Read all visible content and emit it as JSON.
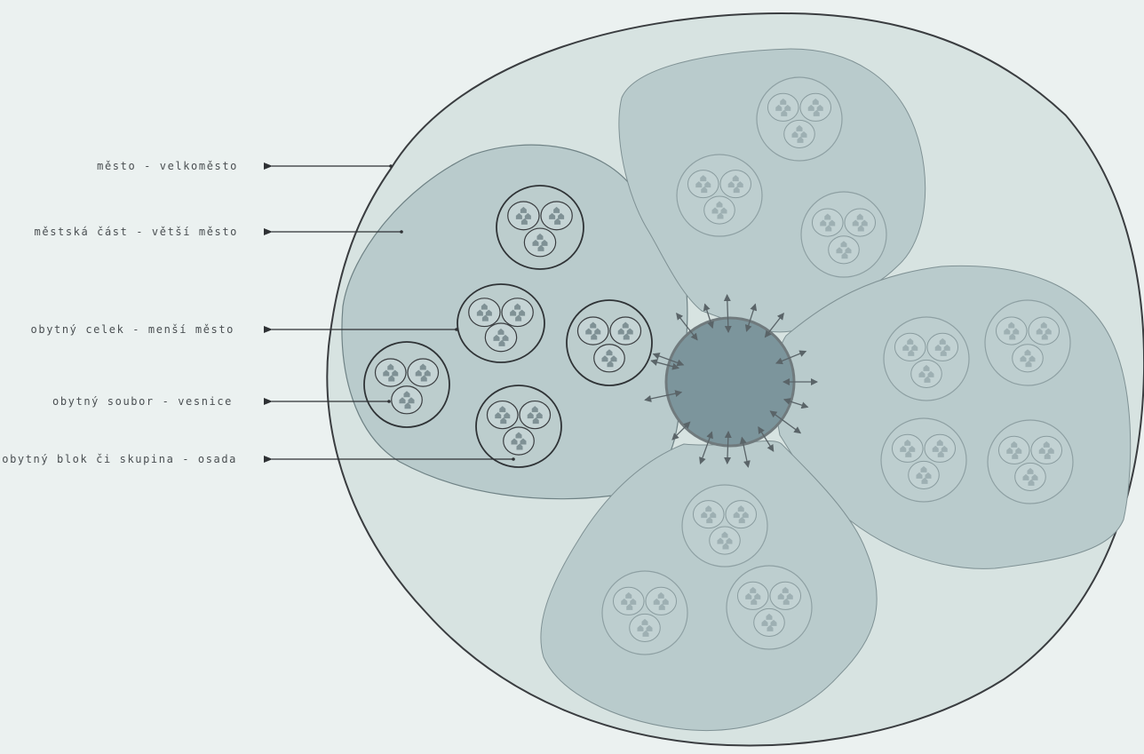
{
  "legend": [
    {
      "id": "city",
      "text": "město - velkoměsto"
    },
    {
      "id": "district",
      "text": "městská část - větší město"
    },
    {
      "id": "unit",
      "text": "obytný celek - menší město"
    },
    {
      "id": "complex",
      "text": "obytný soubor - vesnice"
    },
    {
      "id": "block",
      "text": "obytný blok či skupina - osada"
    }
  ],
  "colors": {
    "background": "#ebf1f0",
    "city_fill": "#d7e3e1",
    "district_fill": "#b9cbcc",
    "center_fill": "#7c959c",
    "house_fill": "#8b9ea2",
    "outline_dark": "#3a3d40",
    "outline_light": "#889c9f"
  }
}
